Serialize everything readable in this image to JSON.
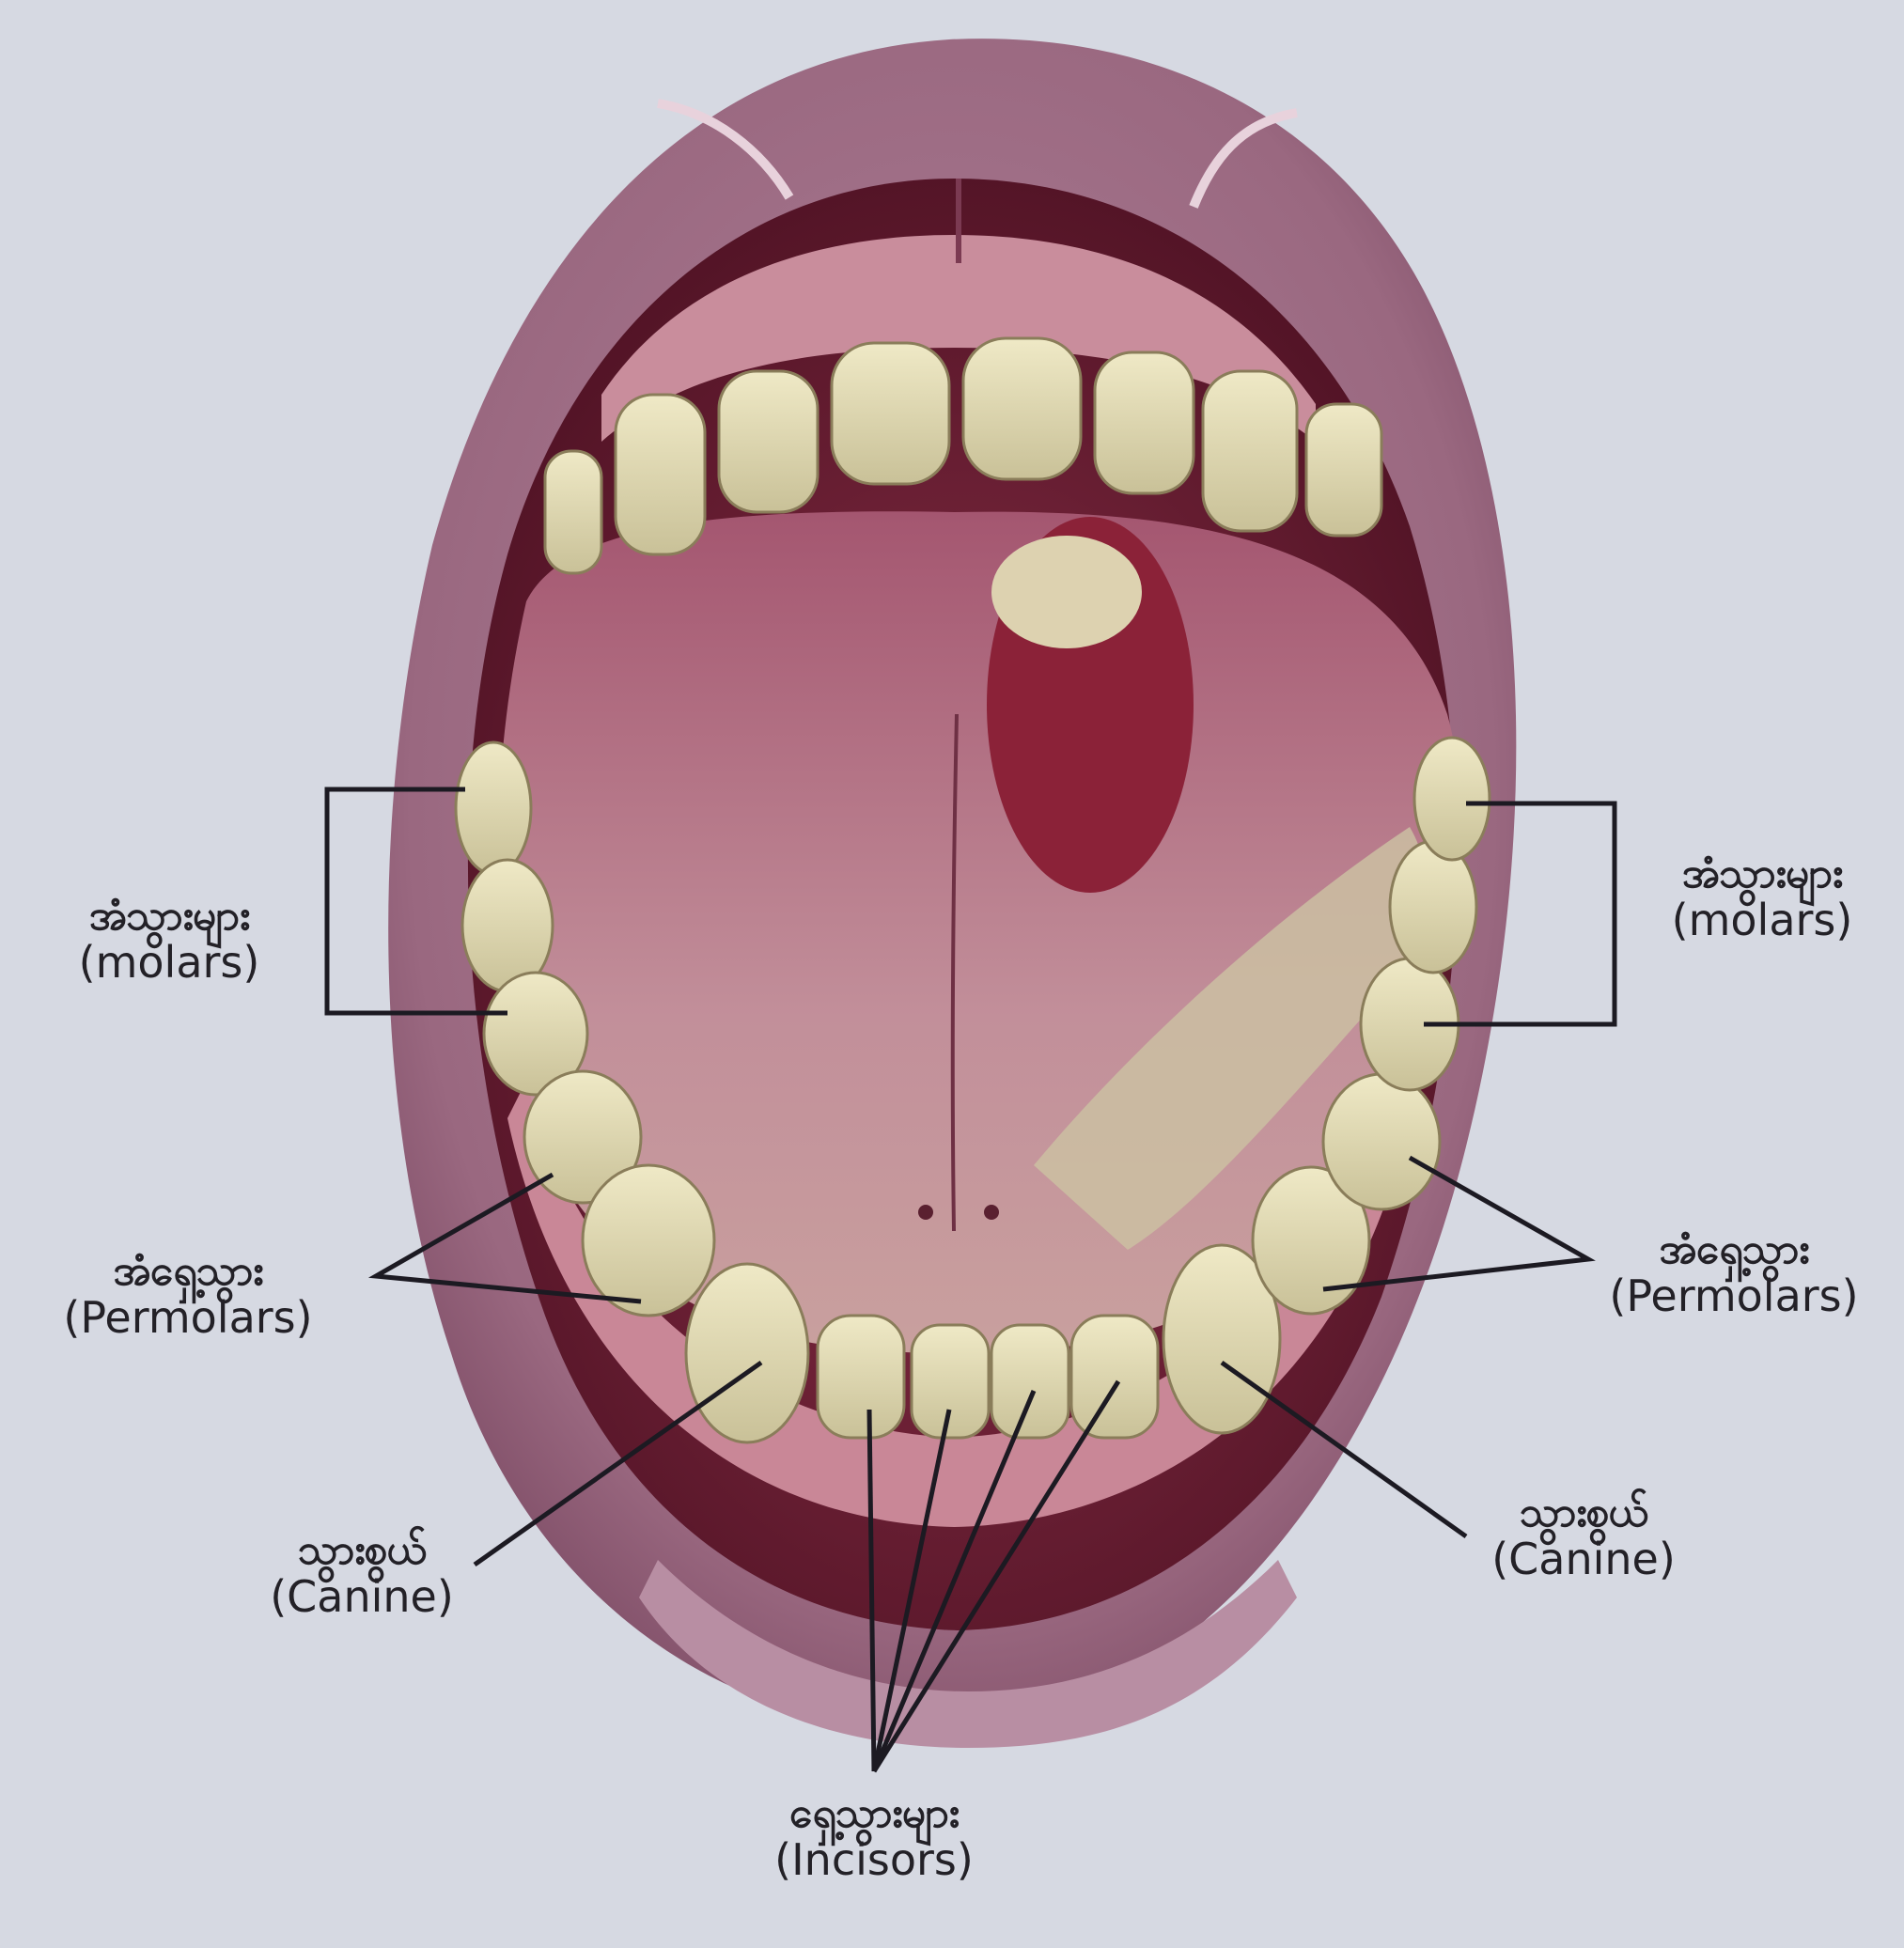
{
  "labels": {
    "molars_left": {
      "mm": "အံသွားများ",
      "en": "(molars)"
    },
    "molars_right": {
      "mm": "အံသွားများ",
      "en": "(molars)"
    },
    "premolars_left": {
      "mm": "အံရှေ့သွား",
      "en": "(Permolars)"
    },
    "premolars_right": {
      "mm": "အံရှေ့သွား",
      "en": "(Permolars)"
    },
    "canine_left": {
      "mm": "သွားစွယ်",
      "en": "(Canine)"
    },
    "canine_right": {
      "mm": "သွားစွယ်",
      "en": "(Canine)"
    },
    "incisors": {
      "mm": "ရှေ့သွားများ",
      "en": "(Incisors)"
    }
  },
  "colors": {
    "background": "#d6d9e2",
    "lip": "#9a6880",
    "mouth_interior": "#6e1f36",
    "tongue": "#b9788c",
    "teeth": "#dcd6ac",
    "label_text": "#232127",
    "leader_lines": "#1c1a22"
  }
}
